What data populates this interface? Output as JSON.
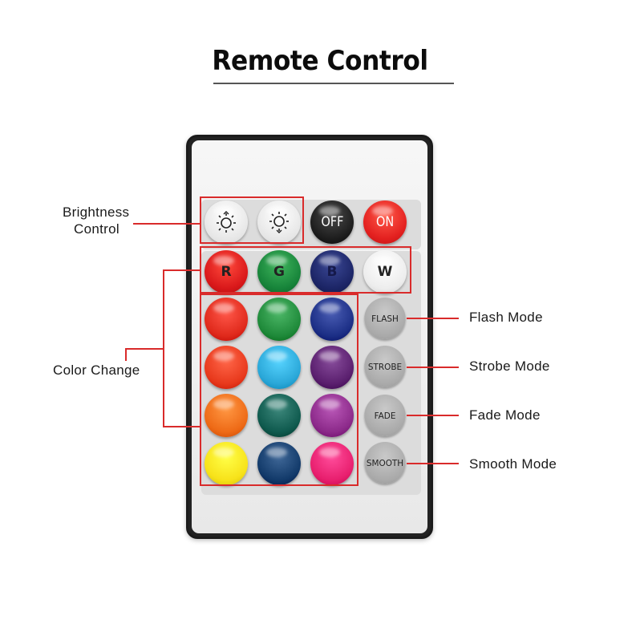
{
  "title": "Remote Control",
  "callouts": {
    "brightness": [
      "Brightness",
      "Control"
    ],
    "color_change": "Color Change",
    "flash_mode": "Flash Mode",
    "strobe_mode": "Strobe Mode",
    "fade_mode": "Fade Mode",
    "smooth_mode": "Smooth Mode"
  },
  "buttons": {
    "brightness_up_icon": "brightness-up-icon",
    "brightness_down_icon": "brightness-down-icon",
    "off": "OFF",
    "on": "ON",
    "r": "R",
    "g": "G",
    "b": "B",
    "w": "W",
    "flash": "FLASH",
    "strobe": "STROBE",
    "fade": "FADE",
    "smooth": "SMOOTH"
  },
  "color_grid": [
    [
      "#e02a1c",
      "#1f8a3a",
      "#1c2f86"
    ],
    [
      "#e8391c",
      "#2aa7d8",
      "#5a1f6e"
    ],
    [
      "#ee6a16",
      "#0f5a4e",
      "#8c2a8a"
    ],
    [
      "#f7e21a",
      "#123a6a",
      "#e81f6e"
    ]
  ],
  "colors": {
    "accent_red": "#d92b2b",
    "off_button": "#1a1a1a",
    "on_button": "#e3201f",
    "r_button": "#d9181a",
    "g_button": "#17843a",
    "b_button": "#1c2566",
    "w_button": "#f5f5f5"
  }
}
